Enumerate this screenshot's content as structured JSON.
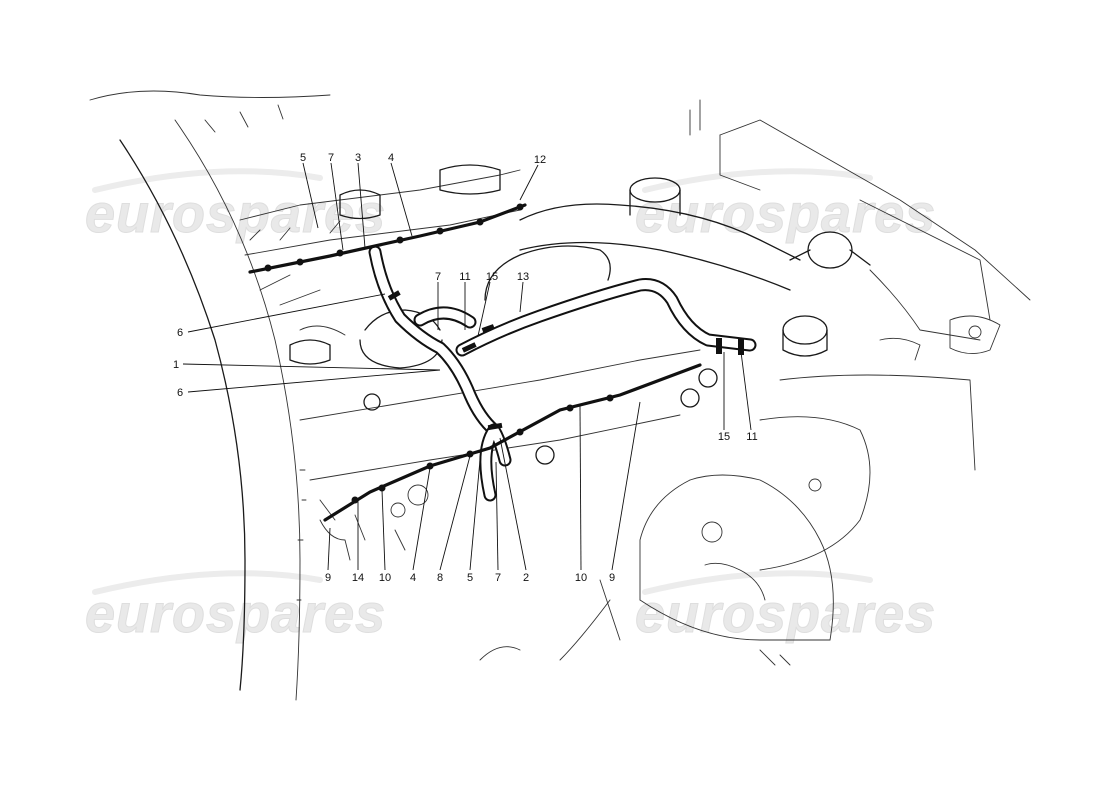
{
  "watermark": {
    "text": "eurospares",
    "color": "#e9e9e9"
  },
  "callouts": [
    {
      "id": "c5-top",
      "label": "5"
    },
    {
      "id": "c7-top",
      "label": "7"
    },
    {
      "id": "c3-top",
      "label": "3"
    },
    {
      "id": "c4-top",
      "label": "4"
    },
    {
      "id": "c12-top",
      "label": "12"
    },
    {
      "id": "c7-mid",
      "label": "7"
    },
    {
      "id": "c11-mid",
      "label": "11"
    },
    {
      "id": "c15-mid",
      "label": "15"
    },
    {
      "id": "c13-mid",
      "label": "13"
    },
    {
      "id": "c6-upper",
      "label": "6"
    },
    {
      "id": "c1-left",
      "label": "1"
    },
    {
      "id": "c6-lower",
      "label": "6"
    },
    {
      "id": "c15-right",
      "label": "15"
    },
    {
      "id": "c11-right",
      "label": "11"
    },
    {
      "id": "c9-bl",
      "label": "9"
    },
    {
      "id": "c14-bottom",
      "label": "14"
    },
    {
      "id": "c10-bl",
      "label": "10"
    },
    {
      "id": "c4-bottom",
      "label": "4"
    },
    {
      "id": "c8-bottom",
      "label": "8"
    },
    {
      "id": "c5-bottom",
      "label": "5"
    },
    {
      "id": "c7-bottom",
      "label": "7"
    },
    {
      "id": "c2-bottom",
      "label": "2"
    },
    {
      "id": "c10-br",
      "label": "10"
    },
    {
      "id": "c9-br",
      "label": "9"
    }
  ]
}
